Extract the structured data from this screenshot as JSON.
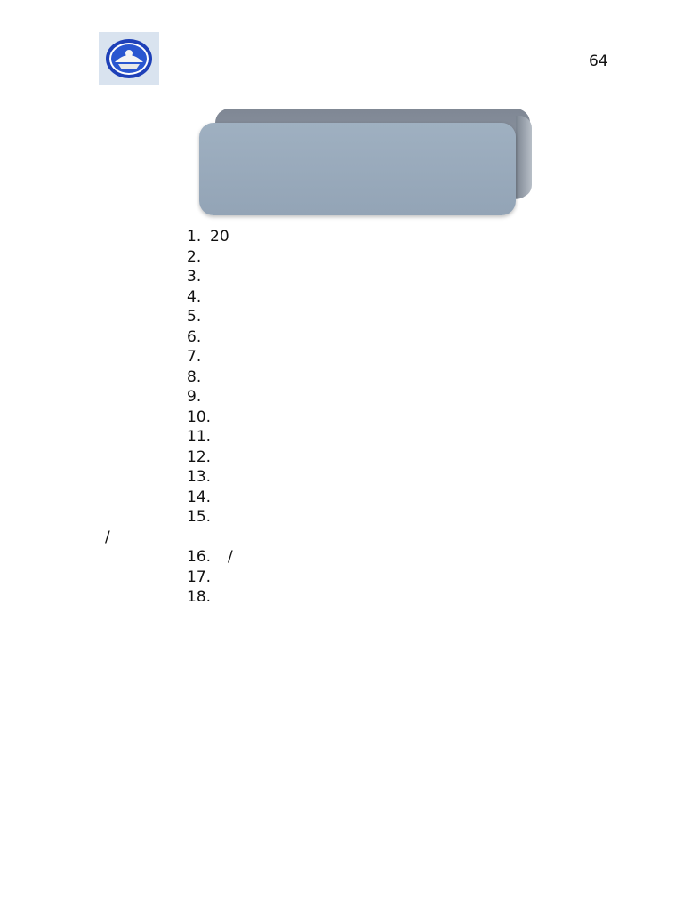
{
  "header": {
    "line1": "",
    "line2": "",
    "page_number": "64"
  },
  "title": {
    "line1": "",
    "line2": ""
  },
  "items": [
    {
      "num": "1.",
      "text": "20"
    },
    {
      "num": "2.",
      "text": ""
    },
    {
      "num": "3.",
      "text": ""
    },
    {
      "num": "4.",
      "text": ""
    },
    {
      "num": "5.",
      "text": ""
    },
    {
      "num": "6.",
      "text": ""
    },
    {
      "num": "7.",
      "text": ""
    },
    {
      "num": "8.",
      "text": ""
    },
    {
      "num": "9.",
      "text": ""
    },
    {
      "num": "10.",
      "text": ""
    },
    {
      "num": "11.",
      "text": ""
    },
    {
      "num": "12.",
      "text": ""
    },
    {
      "num": "13.",
      "text": "",
      "cont": ""
    },
    {
      "num": "14.",
      "text": ""
    },
    {
      "num": "15.",
      "text": "",
      "cont": "/"
    },
    {
      "num": "16.",
      "text": "/"
    },
    {
      "num": "17.",
      "text": ""
    },
    {
      "num": "18.",
      "text": "",
      "cont": ""
    }
  ]
}
